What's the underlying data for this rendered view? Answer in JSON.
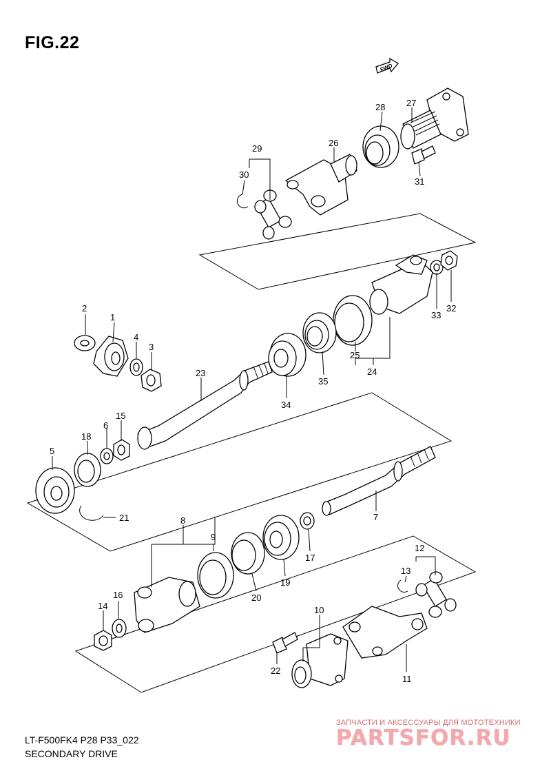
{
  "header": {
    "figure_title": "FIG.22"
  },
  "fwd_label": "FWD",
  "callouts": [
    "1",
    "2",
    "3",
    "4",
    "5",
    "6",
    "7",
    "8",
    "9",
    "10",
    "11",
    "12",
    "13",
    "14",
    "15",
    "16",
    "17",
    "18",
    "19",
    "20",
    "21",
    "22",
    "23",
    "24",
    "25",
    "26",
    "27",
    "28",
    "29",
    "30",
    "31",
    "32",
    "33",
    "34",
    "35"
  ],
  "footer": {
    "model_code": "LT-F500FK4 P28 P33_022",
    "section_name": "SECONDARY DRIVE"
  },
  "watermark": {
    "caption": "ЗАПЧАСТИ И АКСЕССУАРЫ ДЛЯ МОТОТЕХНИКИ",
    "logo": "PARTSFOR.RU"
  },
  "colors": {
    "ink": "#000000",
    "watermark": "#f3a8ad",
    "watermark_caption": "#d76b72"
  }
}
